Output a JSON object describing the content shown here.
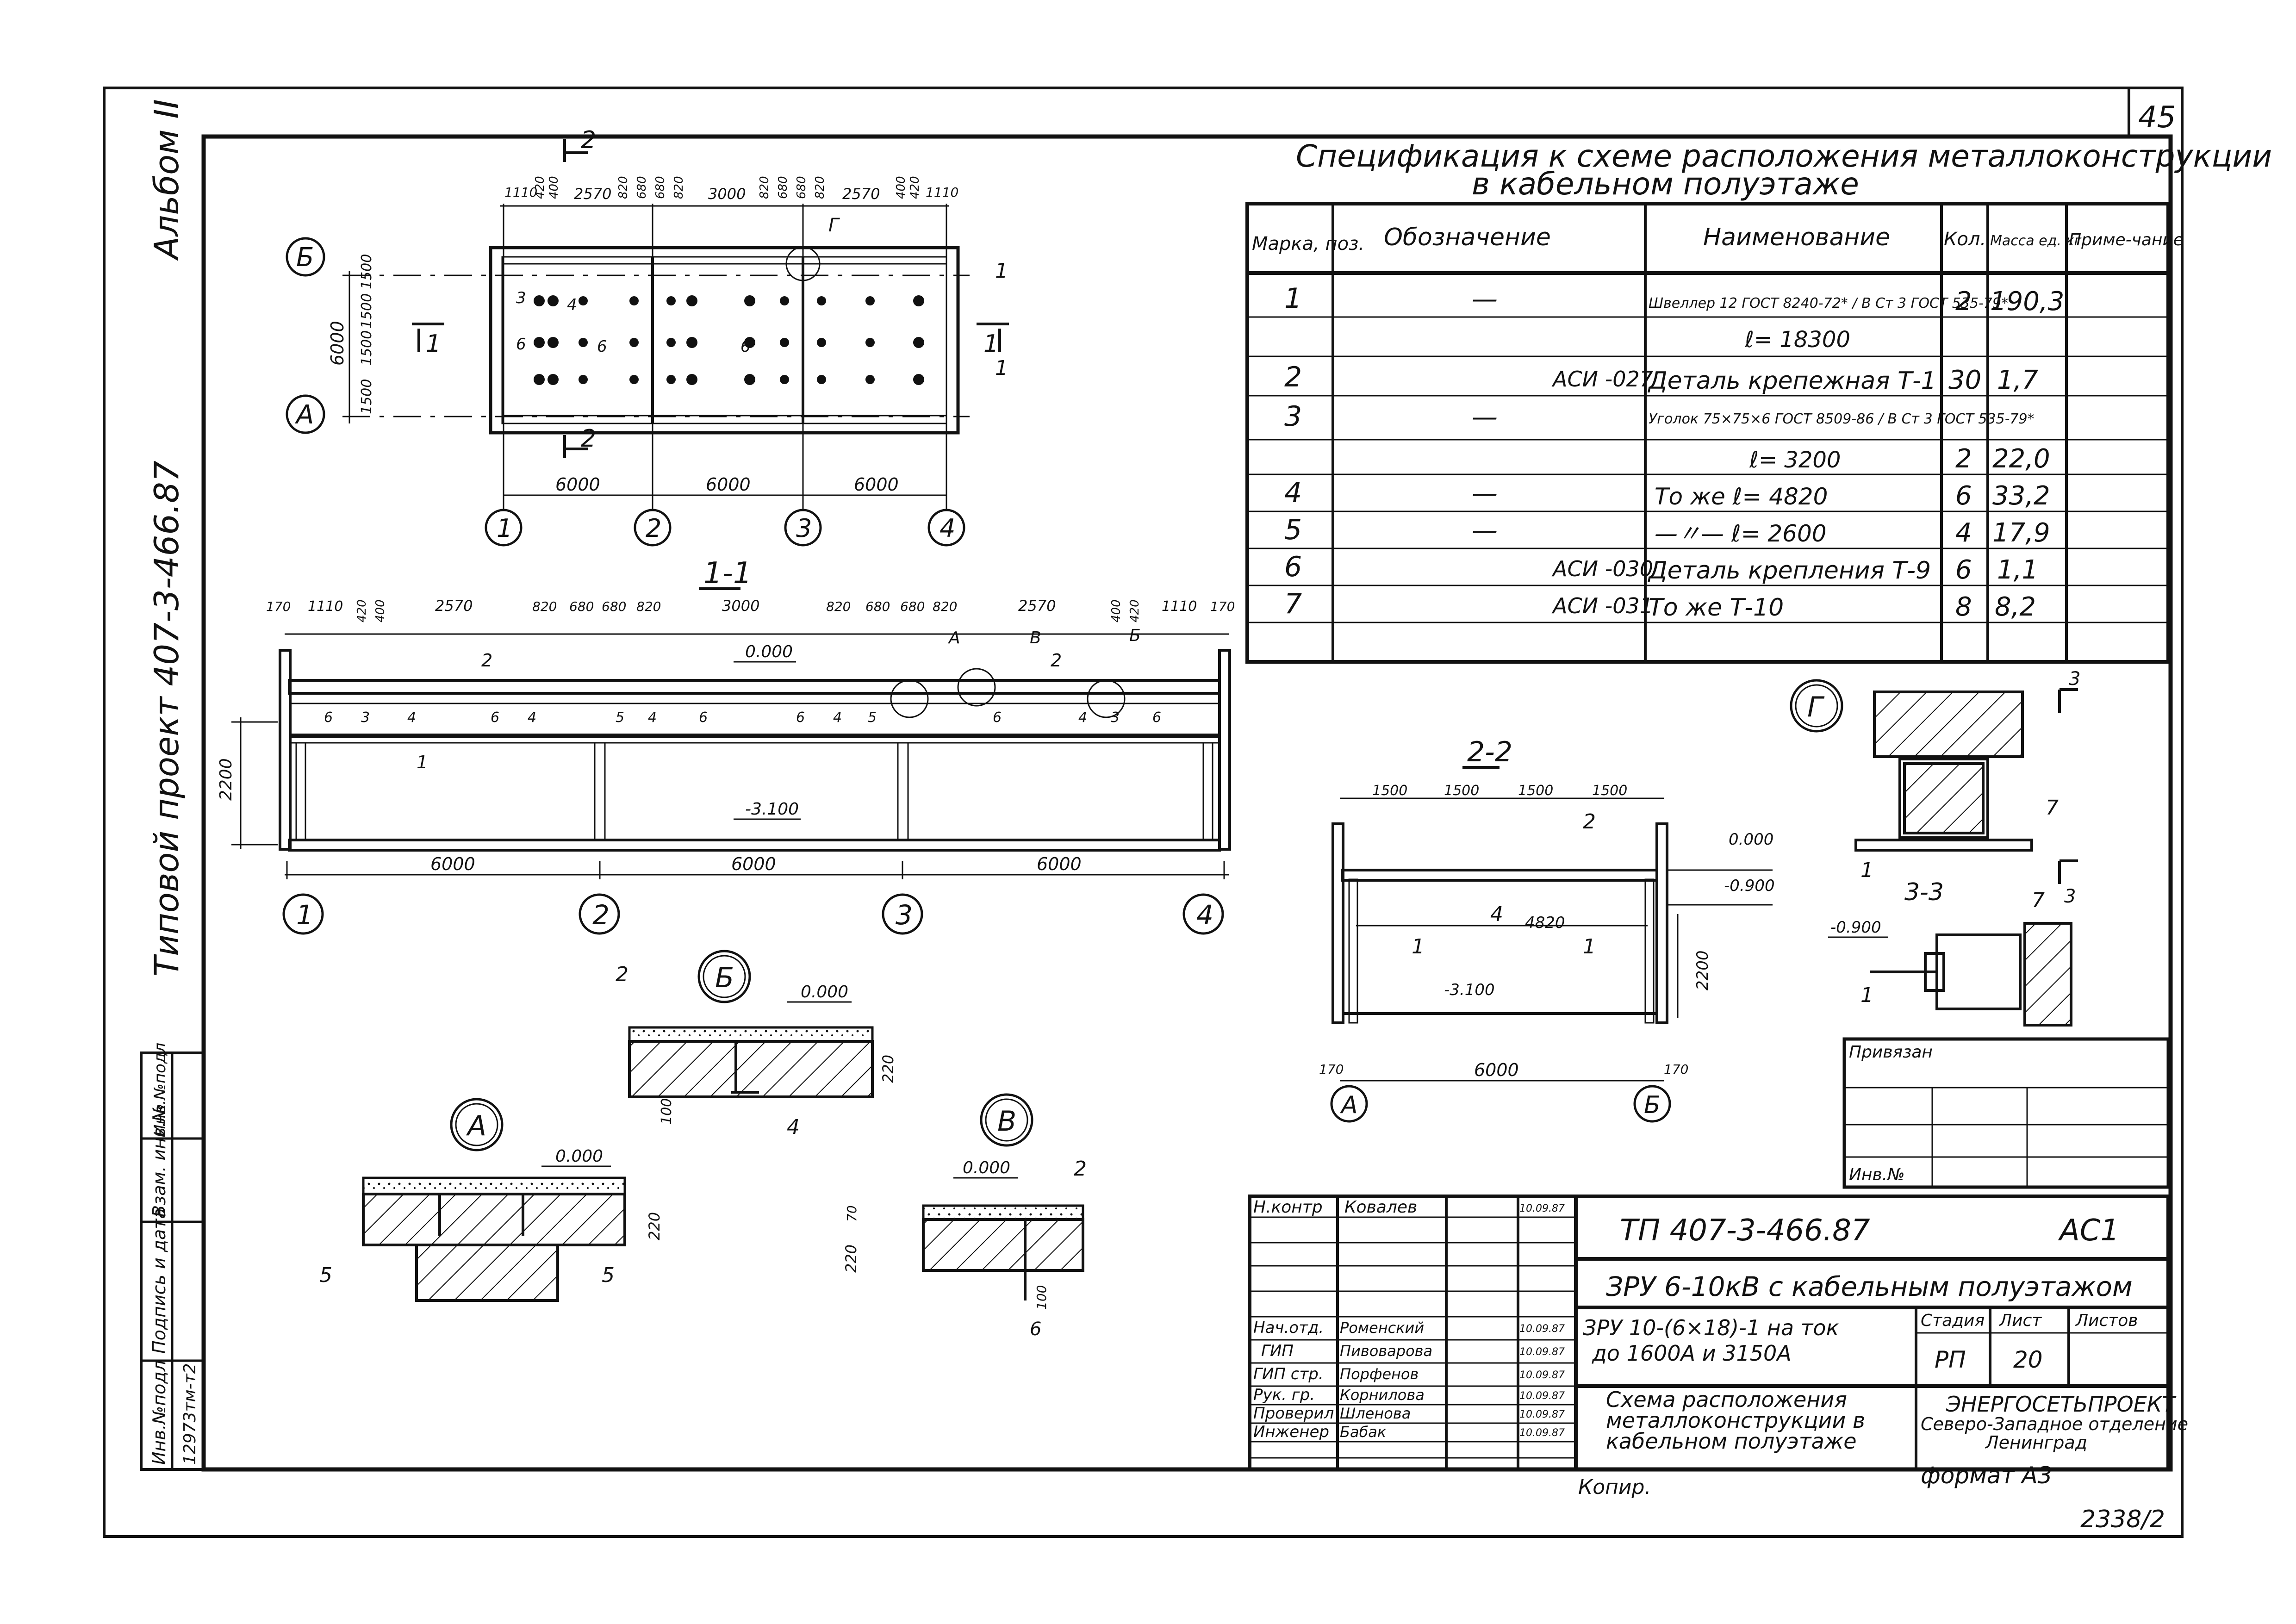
{
  "sheet": {
    "number": "45",
    "album": "Альбом II",
    "project": "Типовой проект 407-3-466.87",
    "bottom_code": "2338/2",
    "copied_by_label": "Копир.",
    "format": "формат А3"
  },
  "side_stamp": {
    "inv_podl": "Инв.№подл",
    "podpis_data": "Подпись и дата",
    "vzam_inv": "Взам. инв.№",
    "inv_number": "12973тм-т2"
  },
  "spec": {
    "title_line1": "Спецификация к схеме расположения металлоконструкции",
    "title_line2": "в кабельном полуэтаже",
    "headers": [
      "Марка, поз.",
      "Обозначение",
      "Наименование",
      "Кол.",
      "Масса ед. кг",
      "Приме-чание"
    ],
    "rows": [
      {
        "pos": "1",
        "designation": "—",
        "name": "Швеллер 12 ГОСТ 8240-72* / В Ст 3 ГОСТ 535-79*",
        "qty": "2",
        "mass": "190,3"
      },
      {
        "pos": "",
        "designation": "",
        "name": "ℓ= 18300",
        "qty": "",
        "mass": ""
      },
      {
        "pos": "2",
        "designation": "АСИ -027",
        "name": "Деталь крепежная Т-1",
        "qty": "30",
        "mass": "1,7"
      },
      {
        "pos": "3",
        "designation": "—",
        "name": "Уголок 75×75×6 ГОСТ 8509-86 / В Ст 3 ГОСТ 535-79*",
        "qty": "",
        "mass": ""
      },
      {
        "pos": "",
        "designation": "",
        "name": "ℓ= 3200",
        "qty": "2",
        "mass": "22,0"
      },
      {
        "pos": "4",
        "designation": "—",
        "name": "То же ℓ= 4820",
        "qty": "6",
        "mass": "33,2"
      },
      {
        "pos": "5",
        "designation": "—",
        "name": "—〃— ℓ= 2600",
        "qty": "4",
        "mass": "17,9"
      },
      {
        "pos": "6",
        "designation": "АСИ -030",
        "name": "Деталь крепления Т-9",
        "qty": "6",
        "mass": "1,1"
      },
      {
        "pos": "7",
        "designation": "АСИ -031",
        "name": "То же Т-10",
        "qty": "8",
        "mass": "8,2"
      }
    ]
  },
  "plan": {
    "rows": [
      "Б",
      "А"
    ],
    "axes": [
      "1",
      "2",
      "3",
      "4"
    ],
    "span": "6000",
    "depth": "6000",
    "top_dims": [
      "1110",
      "420",
      "400",
      "2570",
      "820",
      "680",
      "680",
      "820",
      "3000",
      "820",
      "680",
      "680",
      "820",
      "2570",
      "400",
      "420",
      "1110"
    ],
    "left_dims": [
      "1500",
      "1500",
      "1500",
      "1500"
    ],
    "section_marks": [
      "2",
      "2",
      "1",
      "1"
    ],
    "callout": "Г",
    "pos_labels": [
      "1",
      "1",
      "3",
      "4",
      "6",
      "6",
      "6"
    ]
  },
  "section11": {
    "title": "1-1",
    "top_dims": [
      "170",
      "1110",
      "420",
      "400",
      "2570",
      "820",
      "680",
      "680",
      "820",
      "3000",
      "820",
      "680",
      "680",
      "820",
      "2570",
      "400",
      "420",
      "1110",
      "170"
    ],
    "level_top": "0.000",
    "level_bottom": "-3.100",
    "height": "2200",
    "spans": [
      "6000",
      "6000",
      "6000"
    ],
    "axes": [
      "1",
      "2",
      "3",
      "4"
    ],
    "callouts": [
      "А",
      "В",
      "Б"
    ],
    "pos_labels": [
      "2",
      "2",
      "1",
      "6",
      "3",
      "4",
      "6",
      "4",
      "5",
      "4",
      "6",
      "6",
      "4",
      "5",
      "6",
      "4",
      "3",
      "6"
    ]
  },
  "section22": {
    "title": "2-2",
    "top_dims": [
      "1500",
      "1500",
      "1500",
      "1500"
    ],
    "level_top": "0.000",
    "level_mid": "-0.900",
    "level_bottom": "-3.100",
    "height": "2200",
    "length": "4820",
    "span": "6000",
    "edge_dims": [
      "170",
      "170"
    ],
    "axes": [
      "А",
      "Б"
    ],
    "pos_labels": [
      "2",
      "4",
      "1",
      "1"
    ]
  },
  "node_G": {
    "title": "Г",
    "section": "3",
    "pos_labels": [
      "7",
      "1"
    ]
  },
  "section33": {
    "title": "3-3",
    "level": "-0.900",
    "pos_labels": [
      "7",
      "1"
    ]
  },
  "node_B": {
    "title": "Б",
    "level": "0.000",
    "dims": [
      "220",
      "100"
    ],
    "pos_labels": [
      "2",
      "4"
    ]
  },
  "node_A": {
    "title": "А",
    "level": "0.000",
    "dims": [
      "220"
    ],
    "pos_labels": [
      "5",
      "5"
    ]
  },
  "node_V": {
    "title": "В",
    "level": "0.000",
    "dims": [
      "70",
      "220",
      "100"
    ],
    "pos_labels": [
      "2",
      "6"
    ]
  },
  "binding_box": {
    "title": "Привязан",
    "inv": "Инв.№"
  },
  "title_block": {
    "code": "ТП 407-3-466.87",
    "sheet_mark": "АС1",
    "object": "ЗРУ 6-10кВ с кабельным полуэтажом",
    "variant_line1": "ЗРУ 10-(6×18)-1 на ток",
    "variant_line2": "до 1600А и 3150А",
    "drawing_line1": "Схема расположения",
    "drawing_line2": "металлоконструкции в",
    "drawing_line3": "кабельном полуэтаже",
    "stage_label": "Стадия",
    "sheet_label": "Лист",
    "sheets_label": "Листов",
    "stage": "РП",
    "sheet": "20",
    "sheets": "",
    "org_line1": "ЭНЕРГОСЕТЬПРОЕКТ",
    "org_line2": "Северо-Западное отделение",
    "org_line3": "Ленинград",
    "staff": [
      {
        "role": "Н.контр",
        "name": "Ковалев",
        "date": "10.09.87"
      },
      {
        "role": "",
        "name": "",
        "date": ""
      },
      {
        "role": "",
        "name": "",
        "date": ""
      },
      {
        "role": "",
        "name": "",
        "date": ""
      },
      {
        "role": "Нач.отд.",
        "name": "Роменский",
        "date": "10.09.87"
      },
      {
        "role": "ГИП",
        "name": "Пивоварова",
        "date": "10.09.87"
      },
      {
        "role": "ГИП стр.",
        "name": "Порфенов",
        "date": "10.09.87"
      },
      {
        "role": "Рук. гр.",
        "name": "Корнилова",
        "date": "10.09.87"
      },
      {
        "role": "Проверил",
        "name": "Шленова",
        "date": "10.09.87"
      },
      {
        "role": "Инженер",
        "name": "Бабак",
        "date": "10.09.87"
      }
    ]
  }
}
